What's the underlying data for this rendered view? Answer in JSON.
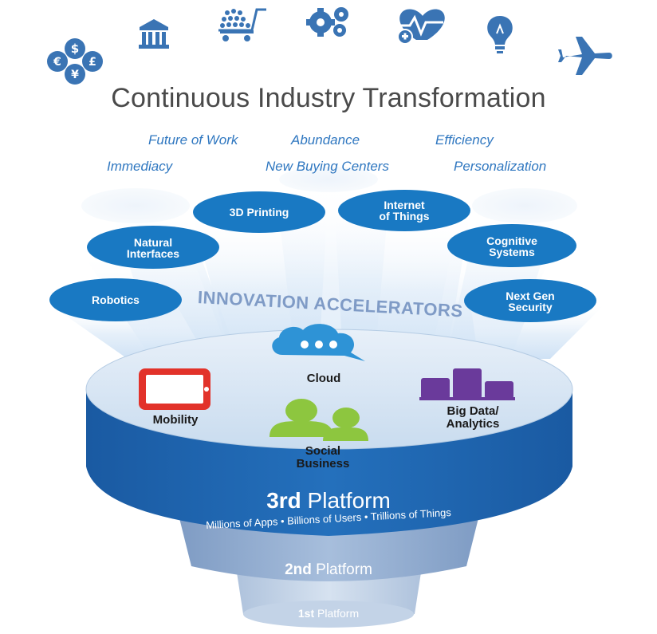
{
  "title": "Continuous Industry Transformation",
  "trends": [
    {
      "label": "Future of Work"
    },
    {
      "label": "Abundance"
    },
    {
      "label": "Efficiency"
    },
    {
      "label": "Immediacy"
    },
    {
      "label": "New Buying Centers"
    },
    {
      "label": "Personalization"
    }
  ],
  "industry_icons": [
    {
      "icon": "currency-icon"
    },
    {
      "icon": "bank-icon"
    },
    {
      "icon": "shopping-cart-icon"
    },
    {
      "icon": "gears-icon"
    },
    {
      "icon": "health-icon"
    },
    {
      "icon": "lightbulb-icon"
    },
    {
      "icon": "airplane-icon"
    }
  ],
  "accelerators": {
    "title": "INNOVATION ACCELERATORS",
    "items": [
      {
        "line1": "3D Printing",
        "line2": ""
      },
      {
        "line1": "Internet",
        "line2": "of Things"
      },
      {
        "line1": "Natural",
        "line2": "Interfaces"
      },
      {
        "line1": "Cognitive",
        "line2": "Systems"
      },
      {
        "line1": "Robotics",
        "line2": ""
      },
      {
        "line1": "Next Gen",
        "line2": "Security"
      }
    ]
  },
  "core": {
    "mobility": "Mobility",
    "cloud": "Cloud",
    "big_data_line1": "Big Data/",
    "big_data_line2": "Analytics",
    "social_line1": "Social",
    "social_line2": "Business"
  },
  "platforms": {
    "third_num": "3rd",
    "third_word": "Platform",
    "third_sub": "Millions of Apps • Billions of Users • Trillions of Things",
    "second_num": "2nd",
    "second_word": "Platform",
    "first_num": "1st",
    "first_word": "Platform"
  },
  "colors": {
    "pill_blue": "#1979c3",
    "disc_blue": "#1f63ad",
    "disc_top": "#d9e6f3",
    "icon_blue": "#3a74b4",
    "mobility_red": "#e2322a",
    "cloud_blue": "#2e93d6",
    "social_green": "#8dc63f",
    "analytics_purple": "#6a3a9b",
    "second_platform": "#93aed0",
    "first_platform": "#c3d3e7"
  }
}
